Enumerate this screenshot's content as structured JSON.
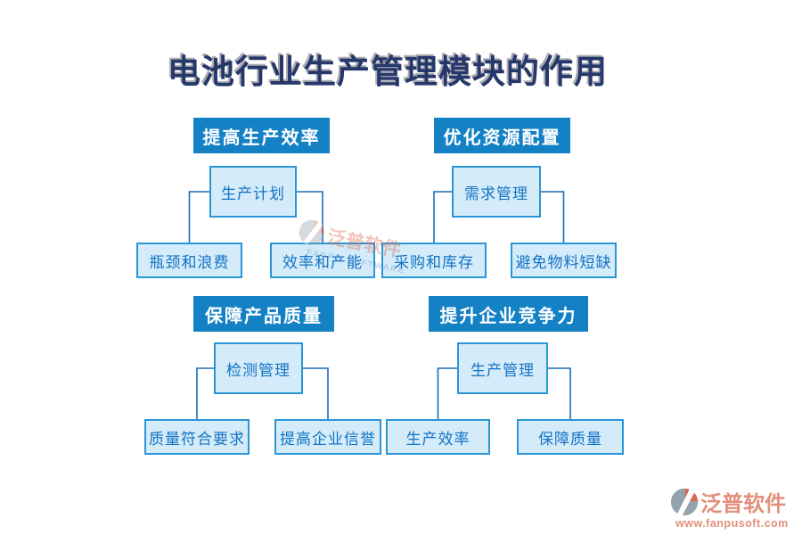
{
  "title": "电池行业生产管理模块的作用",
  "sections": [
    {
      "header": "提高生产效率",
      "parent": "生产计划",
      "children": [
        "瓶颈和浪费",
        "效率和产能"
      ]
    },
    {
      "header": "优化资源配置",
      "parent": "需求管理",
      "children": [
        "采购和库存",
        "避免物料短缺"
      ]
    },
    {
      "header": "保障产品质量",
      "parent": "检测管理",
      "children": [
        "质量符合要求",
        "提高企业信誉"
      ]
    },
    {
      "header": "提升企业竞争力",
      "parent": "生产管理",
      "children": [
        "生产效率",
        "保障质量"
      ]
    }
  ],
  "watermark_center": {
    "brand": "泛普软件",
    "subtext": "FANPU SOFTWARE"
  },
  "footer_logo": {
    "brand": "泛普软件",
    "url": "www.fanpusoft.com"
  },
  "colors": {
    "header_bg": "#1581C5",
    "node_bg": "#D4EBF9",
    "node_border": "#2B96D5",
    "node_text": "#1373C4",
    "connector": "#1F6BB5",
    "title_text": "#26386B",
    "brand_orange": "#E2907B",
    "logo_gray": "#93A2AF",
    "logo_orange": "#D96A52"
  }
}
